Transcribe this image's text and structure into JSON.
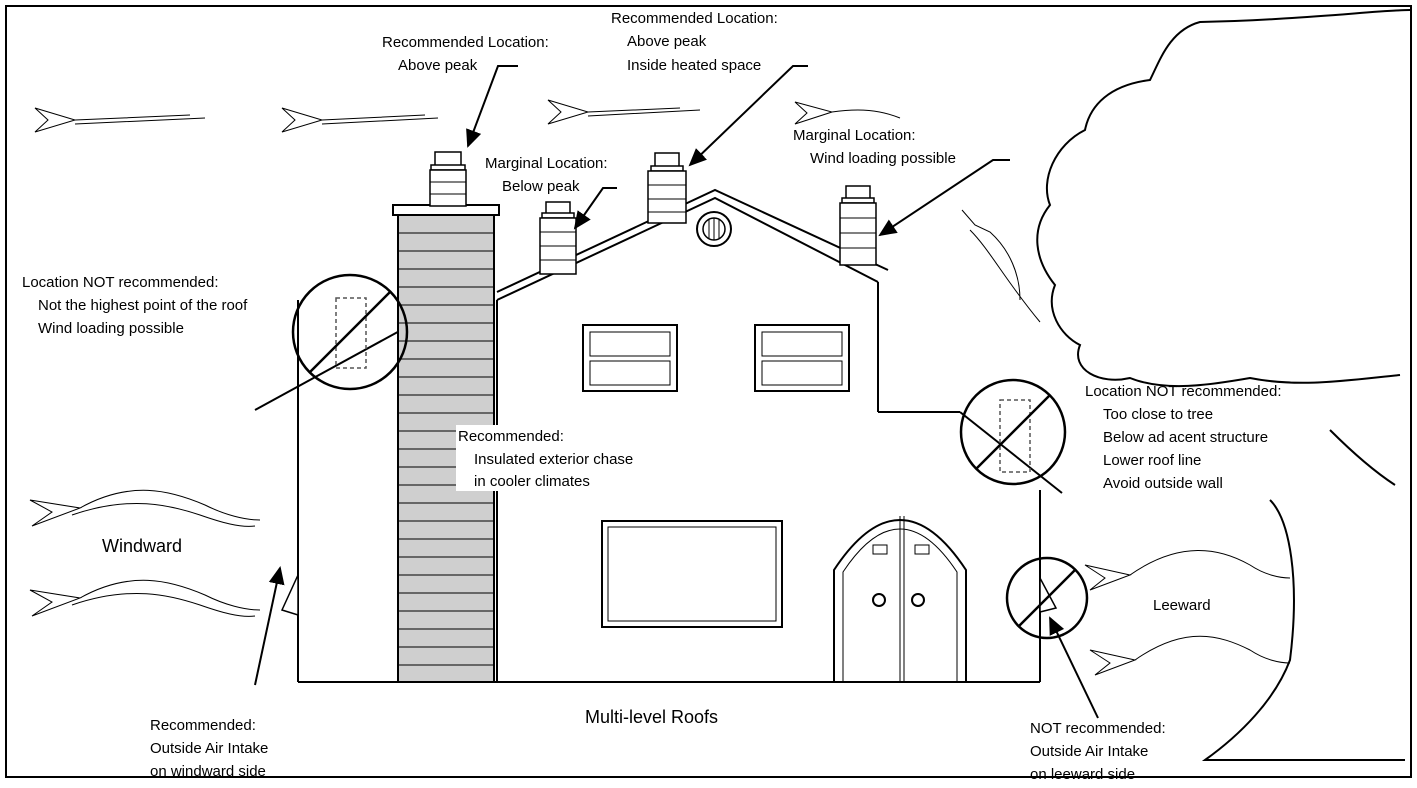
{
  "labels": {
    "rec_above_peak_left": {
      "line1": "Recommended Location:",
      "line2": "Above peak"
    },
    "rec_above_peak_center": {
      "line1": "Recommended Location:",
      "line2": "Above peak",
      "line3": "Inside heated space"
    },
    "marginal_below_peak": {
      "line1": "Marginal Location:",
      "line2": "Below peak"
    },
    "marginal_wind_loading": {
      "line1": "Marginal Location:",
      "line2": "Wind loading possible"
    },
    "not_rec_left": {
      "line1": "Location NOT recommended:",
      "line2": "Not the highest point of the roof",
      "line3": "Wind loading possible"
    },
    "not_rec_right": {
      "line1": "Location NOT recommended:",
      "line2": "Too close to tree",
      "line3": "Below ad acent structure",
      "line4": "Lower roof line",
      "line5": "Avoid outside wall"
    },
    "rec_chase": {
      "line1": "Recommended:",
      "line2": "Insulated exterior chase",
      "line3": "in cooler climates"
    },
    "windward": "Windward",
    "leeward": "Leeward",
    "multi_level": "Multi-level Roofs",
    "rec_intake": {
      "line1": "Recommended:",
      "line2": "Outside Air Intake",
      "line3": "on windward side"
    },
    "not_rec_intake": {
      "line1": "NOT recommended:",
      "line2": "Outside Air Intake",
      "line3": "on leeward side"
    }
  },
  "icons": [
    "wind-arrow-icon",
    "chimney-icon",
    "prohibited-icon",
    "tree-outline-icon",
    "vent-icon",
    "door-icon",
    "window-icon"
  ]
}
